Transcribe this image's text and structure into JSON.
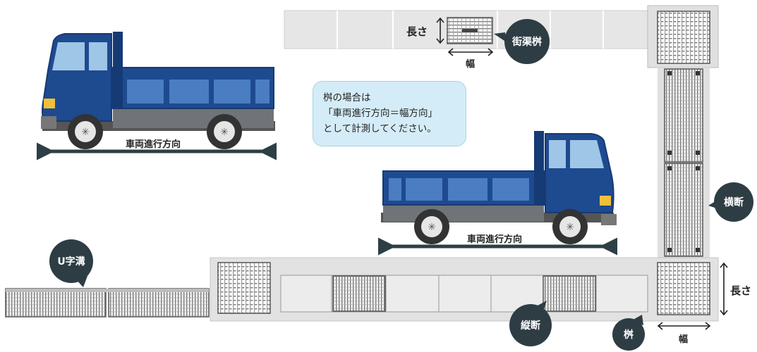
{
  "labels": {
    "truck_direction_1": "車両進行方向",
    "truck_direction_2": "車両進行方向",
    "length_top": "長さ",
    "width_top": "幅",
    "length_right": "長さ",
    "width_right": "幅"
  },
  "callouts": {
    "street_catch_basin": "街渠桝",
    "cross_section": "横断",
    "u_ditch": "U字溝",
    "longitudinal": "縦断",
    "catch_basin": "桝"
  },
  "note": {
    "line1": "桝の場合は",
    "line2": "「車両進行方向＝幅方向」",
    "line3": "として計測してください。"
  },
  "colors": {
    "truck_blue": "#1e4a8f",
    "truck_dark": "#163a73",
    "truck_window": "#9fc6e6",
    "chassis_gray": "#6f7275",
    "arrow_dark": "#2c3f45",
    "callout_bg": "#2e3d44",
    "road_gray": "#e4e4e4",
    "note_bg": "#d4ecf7"
  }
}
